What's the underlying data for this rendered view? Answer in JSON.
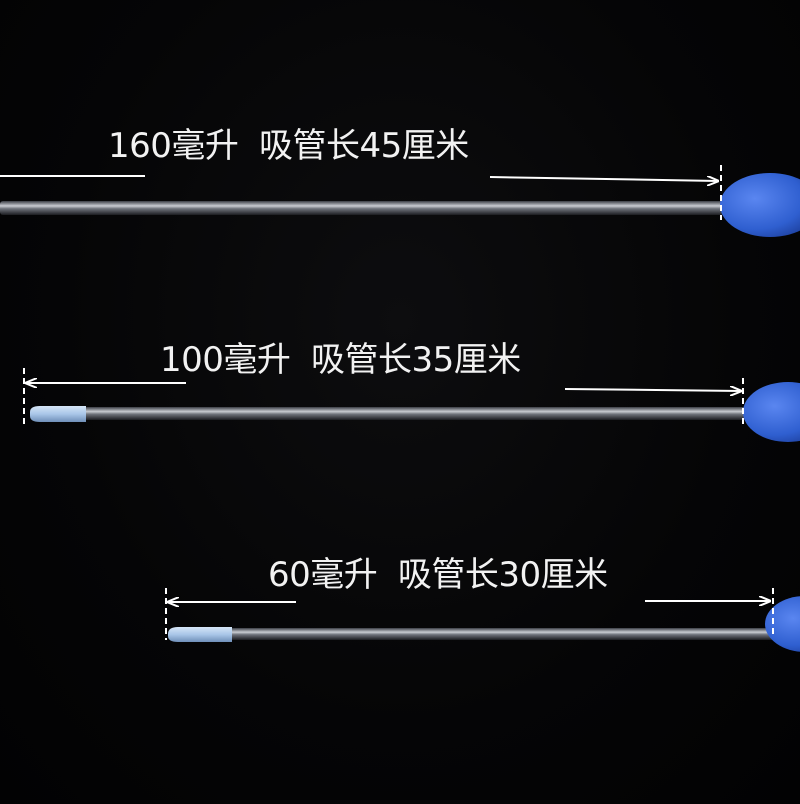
{
  "pipettes": [
    {
      "label": "160毫升  吸管长45厘米",
      "has_tip": false
    },
    {
      "label": "100毫升  吸管长35厘米",
      "has_tip": true
    },
    {
      "label": "60毫升  吸管长30厘米",
      "has_tip": true
    }
  ],
  "colors": {
    "background": "#050506",
    "bulb": "#2f5fd0",
    "tip": "#a9c6e8",
    "text": "#f2f2f2"
  }
}
